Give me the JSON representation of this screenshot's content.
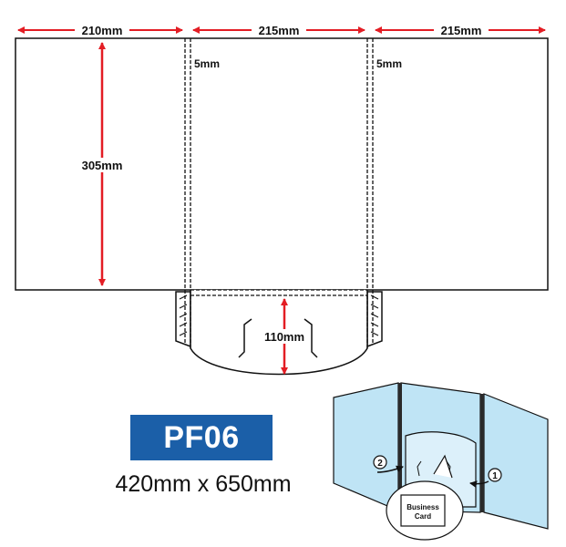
{
  "dimensions": {
    "width_left": "210mm",
    "width_middle": "215mm",
    "width_right": "215mm",
    "height": "305mm",
    "spine_left": "5mm",
    "spine_right": "5mm",
    "pocket_height": "110mm"
  },
  "product": {
    "code": "PF06",
    "size": "420mm x 650mm"
  },
  "illustration": {
    "step_1": "1",
    "step_2": "2",
    "card_label_line1": "Business",
    "card_label_line2": "Card"
  },
  "colors": {
    "arrow": "#e31d24",
    "badge": "#1b5fa8",
    "folder_fill": "#bfe4f5"
  }
}
